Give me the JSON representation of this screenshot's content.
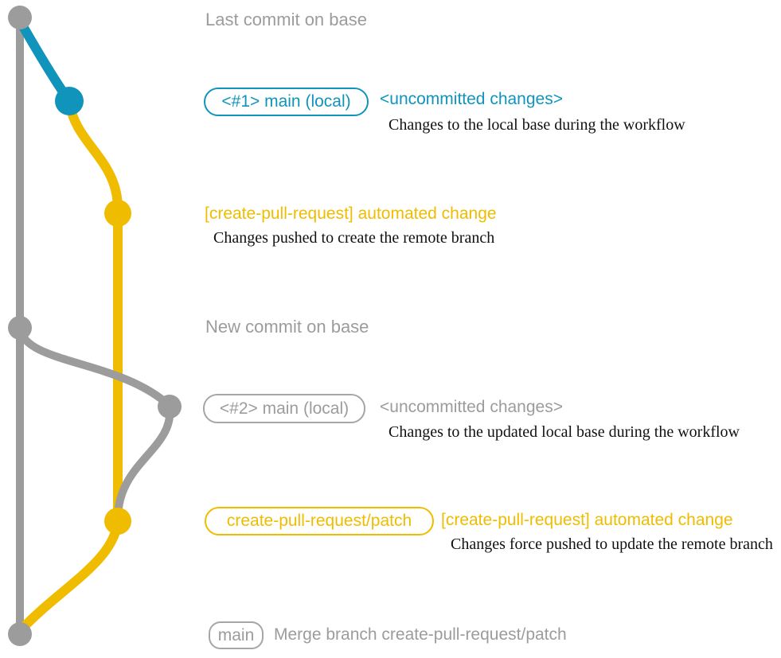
{
  "colors": {
    "gray": "#9C9C9C",
    "teal": "#1094BC",
    "yellow": "#F0BC00",
    "note_black": "#111111"
  },
  "graph": {
    "description": "git graph with three lanes: remote base (gray), local main (teal then gray), create-pull-request patch branch (yellow)",
    "commits": [
      {
        "id": "last-commit-on-base",
        "color": "gray"
      },
      {
        "id": "uncommitted-changes-1",
        "color": "teal"
      },
      {
        "id": "automated-change-1",
        "color": "yellow"
      },
      {
        "id": "new-commit-on-base",
        "color": "gray"
      },
      {
        "id": "uncommitted-changes-2",
        "color": "gray"
      },
      {
        "id": "automated-change-2",
        "color": "yellow"
      },
      {
        "id": "merge-commit",
        "color": "gray"
      }
    ]
  },
  "annotations": {
    "last_commit_title": "Last commit on base",
    "row1": {
      "badge": "<#1> main (local)",
      "label": "<uncommitted changes>",
      "note": "Changes to the local base during the workflow"
    },
    "row2": {
      "label": "[create-pull-request] automated change",
      "note": "Changes pushed to create the remote branch"
    },
    "new_commit_title": "New commit on base",
    "row3": {
      "badge": "<#2> main (local)",
      "label": "<uncommitted changes>",
      "note": "Changes to the updated local base during the workflow"
    },
    "row4": {
      "badge": "create-pull-request/patch",
      "label": "[create-pull-request] automated change",
      "note": "Changes force pushed to update the remote branch"
    },
    "row5": {
      "badge": "main",
      "label": "Merge branch create-pull-request/patch"
    }
  }
}
